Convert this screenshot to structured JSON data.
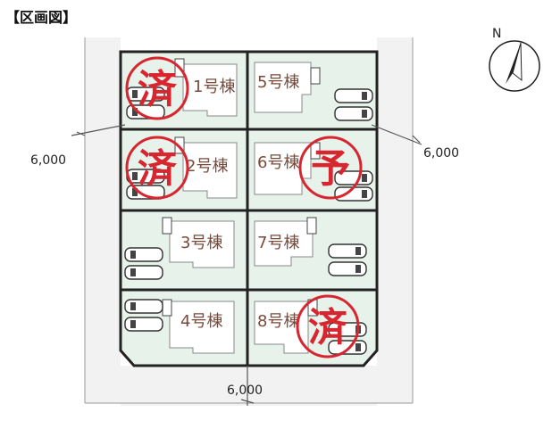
{
  "title": "【区画図】",
  "compass": {
    "label": "N"
  },
  "roads": {
    "left_width": "6,000",
    "right_width": "6,000",
    "bottom_width": "6,000"
  },
  "colors": {
    "lot_fill": "#e6f2ea",
    "lot_border": "#222222",
    "house_label": "#7a4a3a",
    "stamp": "#d7262f",
    "road": "#f2f2f2"
  },
  "lots": [
    {
      "label": "1号棟",
      "status": "済"
    },
    {
      "label": "2号棟",
      "status": "済"
    },
    {
      "label": "3号棟",
      "status": ""
    },
    {
      "label": "4号棟",
      "status": ""
    },
    {
      "label": "5号棟",
      "status": ""
    },
    {
      "label": "6号棟",
      "status": "予"
    },
    {
      "label": "7号棟",
      "status": ""
    },
    {
      "label": "8号棟",
      "status": "済"
    }
  ]
}
